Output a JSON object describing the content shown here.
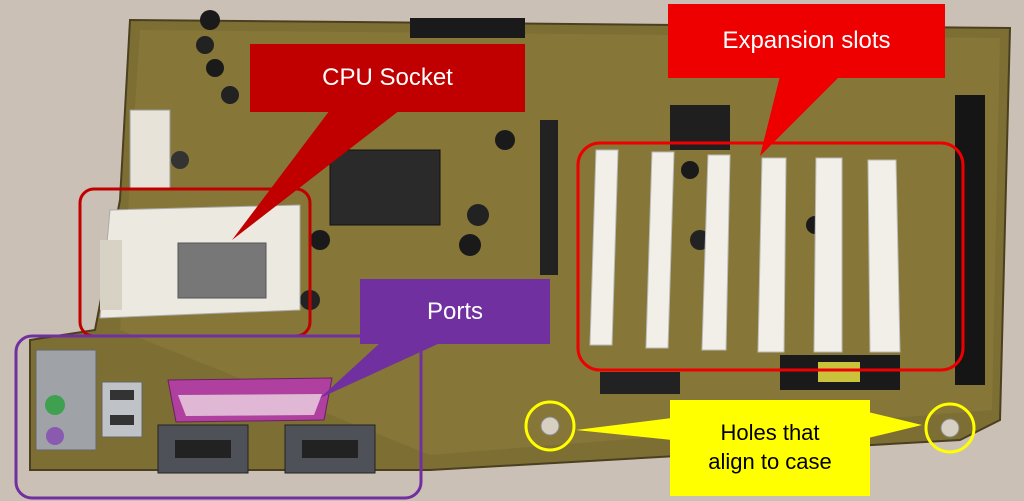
{
  "callouts": {
    "cpu_socket": "CPU Socket",
    "expansion_slots": "Expansion slots",
    "ports": "Ports",
    "holes": "Holes that\nalign to case"
  },
  "colors": {
    "cpu": "#c00000",
    "expansion": "#ee0000",
    "ports": "#7030a0",
    "holes": "#ffff00",
    "board": "#8a7a3a",
    "background": "#c9bfb4"
  }
}
